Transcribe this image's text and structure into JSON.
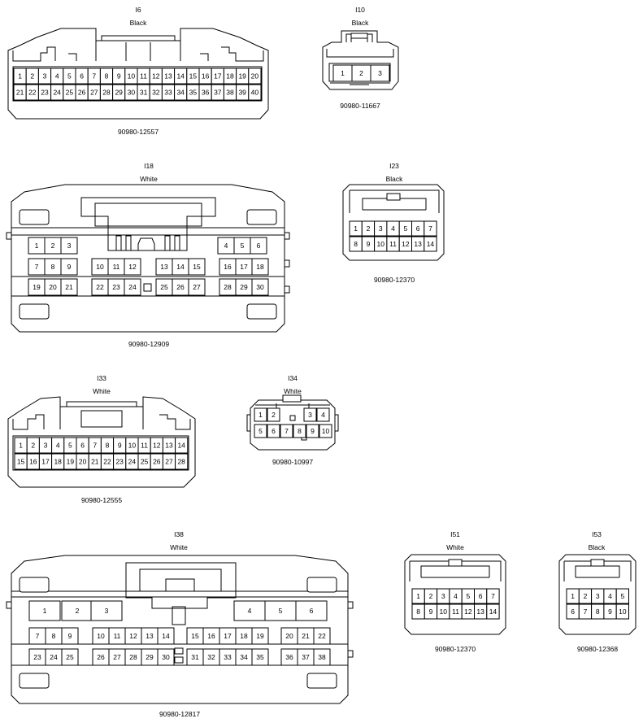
{
  "connectors": {
    "i6": {
      "code": "I6",
      "color": "Black",
      "part": "90980-12557",
      "row1": [
        "1",
        "2",
        "3",
        "4",
        "5",
        "6",
        "7",
        "8",
        "9",
        "10",
        "11",
        "12",
        "13",
        "14",
        "15",
        "16",
        "17",
        "18",
        "19",
        "20"
      ],
      "row2": [
        "21",
        "22",
        "23",
        "24",
        "25",
        "26",
        "27",
        "28",
        "29",
        "30",
        "31",
        "32",
        "33",
        "34",
        "35",
        "36",
        "37",
        "38",
        "39",
        "40"
      ]
    },
    "i10": {
      "code": "I10",
      "color": "Black",
      "part": "90980-11667",
      "row1": [
        "1",
        "2",
        "3"
      ]
    },
    "i18": {
      "code": "I18",
      "color": "White",
      "part": "90980-12909",
      "row1": [
        "1",
        "2",
        "3",
        "4",
        "5",
        "6"
      ],
      "row2": [
        "7",
        "8",
        "9",
        "10",
        "11",
        "12",
        "13",
        "14",
        "15",
        "16",
        "17",
        "18"
      ],
      "row3": [
        "19",
        "20",
        "21",
        "22",
        "23",
        "24",
        "25",
        "26",
        "27",
        "28",
        "29",
        "30"
      ]
    },
    "i23": {
      "code": "I23",
      "color": "Black",
      "part": "90980-12370",
      "row1": [
        "1",
        "2",
        "3",
        "4",
        "5",
        "6",
        "7"
      ],
      "row2": [
        "8",
        "9",
        "10",
        "11",
        "12",
        "13",
        "14"
      ]
    },
    "i33": {
      "code": "I33",
      "color": "White",
      "part": "90980-12555",
      "row1": [
        "1",
        "2",
        "3",
        "4",
        "5",
        "6",
        "7",
        "8",
        "9",
        "10",
        "11",
        "12",
        "13",
        "14"
      ],
      "row2": [
        "15",
        "16",
        "17",
        "18",
        "19",
        "20",
        "21",
        "22",
        "23",
        "24",
        "25",
        "26",
        "27",
        "28"
      ]
    },
    "i34": {
      "code": "I34",
      "color": "White",
      "part": "90980-10997",
      "row1": [
        "1",
        "2",
        "3",
        "4"
      ],
      "row2": [
        "5",
        "6",
        "7",
        "8",
        "9",
        "10"
      ]
    },
    "i38": {
      "code": "I38",
      "color": "White",
      "part": "90980-12817",
      "row1": [
        "1",
        "2",
        "3",
        "4",
        "5",
        "6"
      ],
      "row2": [
        "7",
        "8",
        "9",
        "10",
        "11",
        "12",
        "13",
        "14",
        "15",
        "16",
        "17",
        "18",
        "19",
        "20",
        "21",
        "22"
      ],
      "row3": [
        "23",
        "24",
        "25",
        "26",
        "27",
        "28",
        "29",
        "30",
        "31",
        "32",
        "33",
        "34",
        "35",
        "36",
        "37",
        "38"
      ]
    },
    "i51": {
      "code": "I51",
      "color": "White",
      "part": "90980-12370",
      "row1": [
        "1",
        "2",
        "3",
        "4",
        "5",
        "6",
        "7"
      ],
      "row2": [
        "8",
        "9",
        "10",
        "11",
        "12",
        "13",
        "14"
      ]
    },
    "i53": {
      "code": "I53",
      "color": "Black",
      "part": "90980-12368",
      "row1": [
        "1",
        "2",
        "3",
        "4",
        "5"
      ],
      "row2": [
        "6",
        "7",
        "8",
        "9",
        "10"
      ]
    }
  }
}
